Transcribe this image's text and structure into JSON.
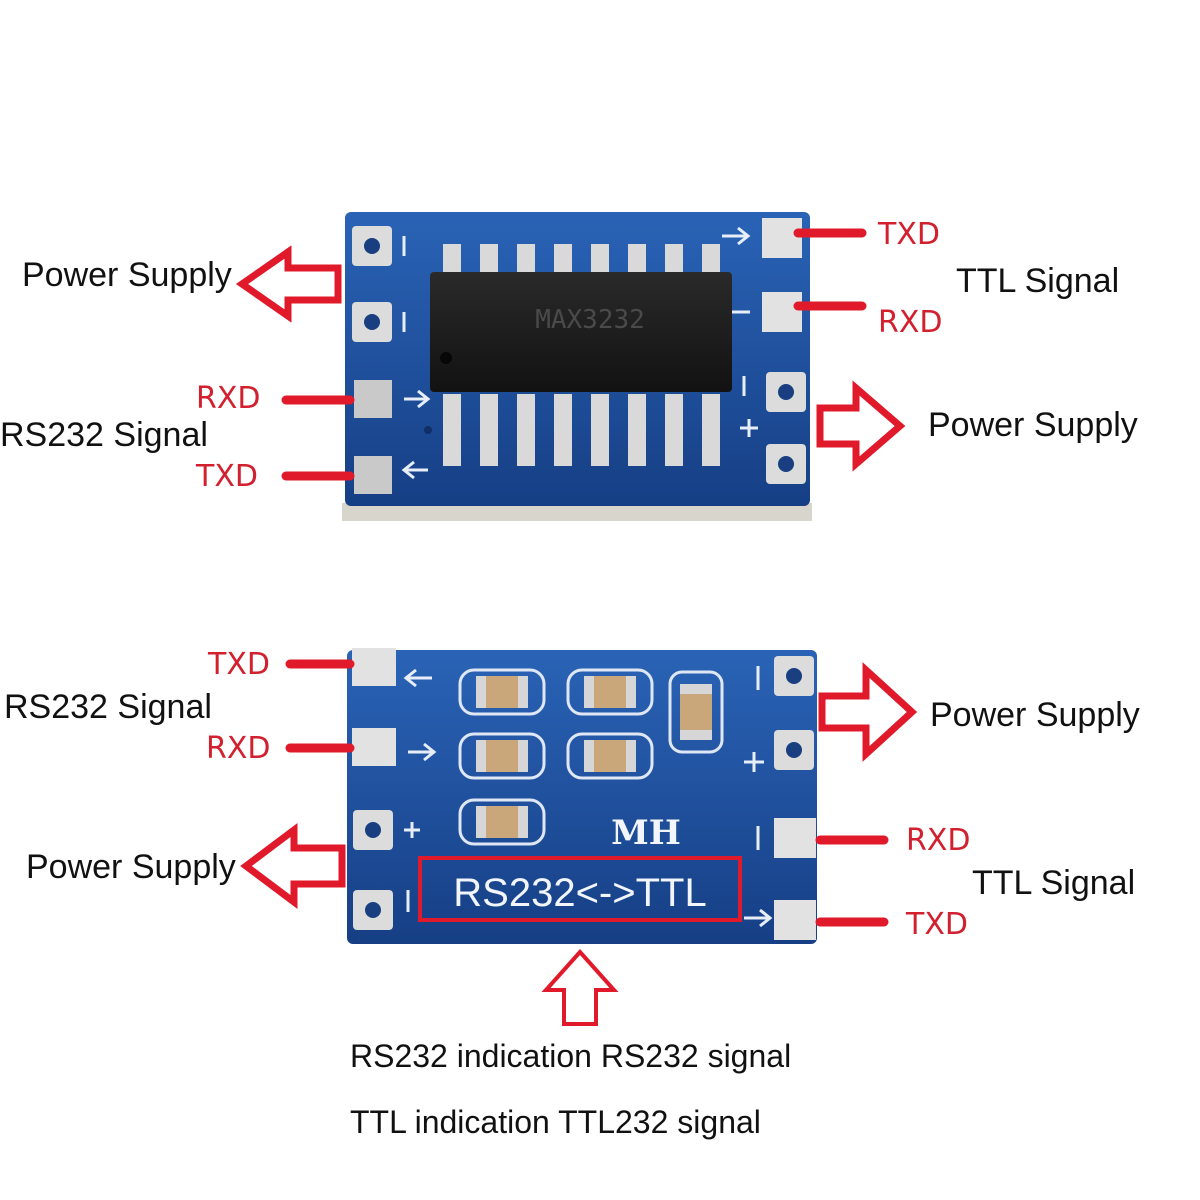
{
  "top_board": {
    "chip_marking": "MAX3232",
    "left": {
      "power_label": "Power Supply",
      "rs232_label": "RS232 Signal",
      "rxd": "RXD",
      "txd": "TXD"
    },
    "right": {
      "ttl_label": "TTL Signal",
      "txd": "TXD",
      "rxd": "RXD",
      "power_label": "Power Supply"
    }
  },
  "bottom_board": {
    "silkscreen_brand": "MH",
    "silkscreen_mode": "RS232<->TTL",
    "left": {
      "rs232_label": "RS232 Signal",
      "txd": "TXD",
      "rxd": "RXD",
      "power_label": "Power Supply"
    },
    "right": {
      "power_label": "Power Supply",
      "ttl_label": "TTL Signal",
      "rxd": "RXD",
      "txd": "TXD"
    }
  },
  "notes": {
    "line1": "RS232 indication RS232 signal",
    "line2": "TTL indication TTL232 signal"
  },
  "colors": {
    "pcb_blue": "#1a4f9e",
    "annotation_red": "#e01a2a",
    "pad_silver": "#d9d9d9"
  }
}
